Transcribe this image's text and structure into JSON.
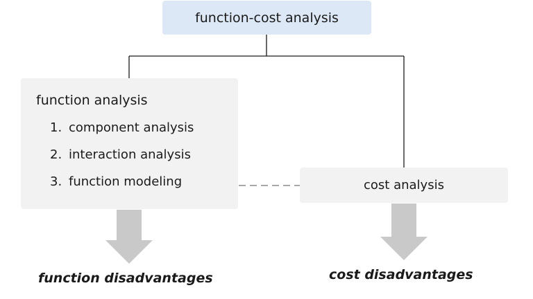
{
  "root": {
    "label": "function-cost analysis"
  },
  "function_analysis": {
    "title": "function analysis",
    "steps": [
      {
        "num": "1.",
        "label": "component analysis"
      },
      {
        "num": "2.",
        "label": "interaction analysis"
      },
      {
        "num": "3.",
        "label": "function modeling"
      }
    ]
  },
  "cost_analysis": {
    "label": "cost analysis"
  },
  "outcomes": {
    "function": "function disadvantages",
    "cost": "cost disadvantages"
  },
  "colors": {
    "root_fill": "#dce8f5",
    "box_fill": "#f2f2f2",
    "connector": "#1a1a1a",
    "dashed_link": "#a6a6a6",
    "arrow": "#c9c9c9"
  }
}
